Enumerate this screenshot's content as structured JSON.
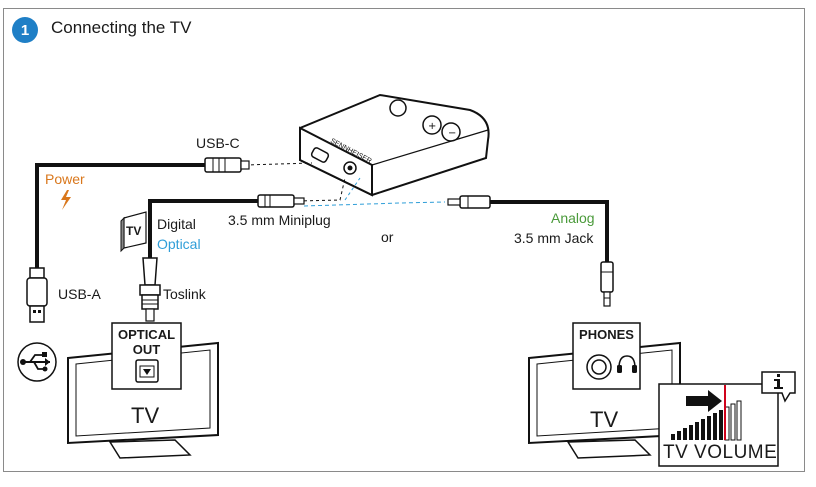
{
  "step": {
    "number": "1",
    "title": "Connecting the TV"
  },
  "labels": {
    "usb_c": "USB-C",
    "power": "Power",
    "usb_a": "USB-A",
    "digital": "Digital",
    "optical": "Optical",
    "toslink": "Toslink",
    "miniplug": "3.5 mm Miniplug",
    "or": "or",
    "analog": "Analog",
    "jack": "3.5 mm Jack",
    "brand": "SENNHEISER",
    "tv_icon_text": "TV"
  },
  "tv_left": {
    "port_label": "OPTICAL OUT",
    "port_line1": "OPTICAL",
    "port_line2": "OUT",
    "name": "TV"
  },
  "tv_right": {
    "port_label": "PHONES",
    "name": "TV"
  },
  "tv_volume": {
    "label": "TV VOLUME",
    "info_icon": "info-icon"
  },
  "colors": {
    "step_badge": "#1f7fc6",
    "power": "#d9771c",
    "optical": "#2f9ed8",
    "analog": "#4a9a3a",
    "volume_marker": "#d0021b"
  }
}
